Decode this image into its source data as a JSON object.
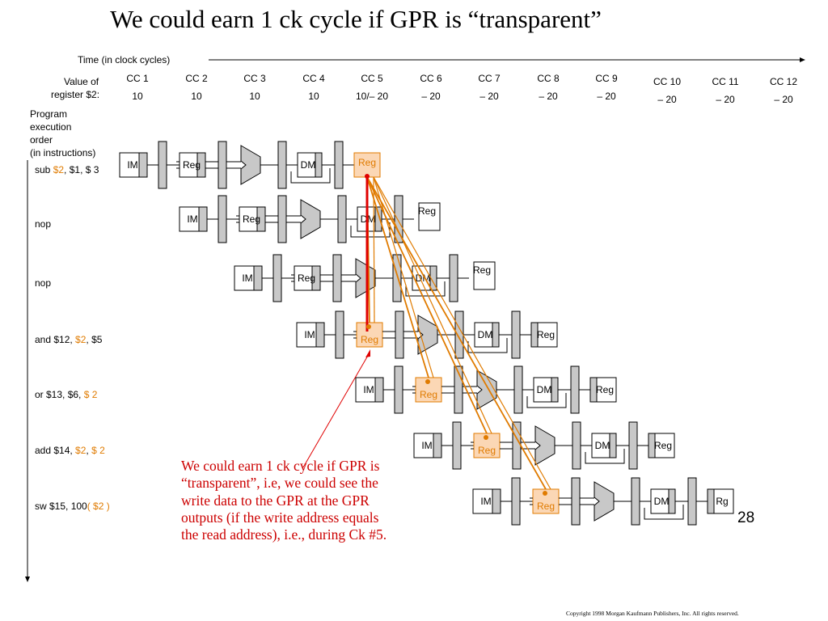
{
  "title": "We could earn 1 ck cycle if GPR is “transparent”",
  "time_axis_label": "Time (in clock cycles)",
  "value_label_line1": "Value of",
  "value_label_line2": "register $2:",
  "program_label": [
    "Program",
    "execution",
    "order",
    "(in instructions)"
  ],
  "clock_cycles": [
    "CC 1",
    "CC 2",
    "CC 3",
    "CC 4",
    "CC 5",
    "CC 6",
    "CC 7",
    "CC 8",
    "CC 9",
    "CC 10",
    "CC 11",
    "CC 12"
  ],
  "register_values": [
    "10",
    "10",
    "10",
    "10",
    "10/– 20",
    "– 20",
    "– 20",
    "– 20",
    "– 20",
    "– 20",
    "– 20",
    "– 20"
  ],
  "instructions": [
    {
      "parts": [
        {
          "t": "sub "
        },
        {
          "t": "$2",
          "c": "orange"
        },
        {
          "t": ", $1, $ 3"
        }
      ]
    },
    {
      "parts": [
        {
          "t": "nop"
        }
      ]
    },
    {
      "parts": [
        {
          "t": "nop"
        }
      ]
    },
    {
      "parts": [
        {
          "t": "and $12, "
        },
        {
          "t": "$2",
          "c": "orange"
        },
        {
          "t": ",  $5"
        }
      ]
    },
    {
      "parts": [
        {
          "t": "or $13, $6, "
        },
        {
          "t": "$ 2",
          "c": "orange"
        }
      ]
    },
    {
      "parts": [
        {
          "t": "add $14, "
        },
        {
          "t": "$2",
          "c": "orange"
        },
        {
          "t": ",  "
        },
        {
          "t": "$ 2",
          "c": "orange"
        }
      ]
    },
    {
      "parts": [
        {
          "t": "sw $15, 100"
        },
        {
          "t": "( $2 )",
          "c": "orange"
        }
      ]
    }
  ],
  "stage_labels": {
    "im": "IM",
    "reg": "Reg",
    "dm": "DM",
    "reg_truncated": "Rg"
  },
  "note": "We could earn 1 ck cycle if GPR is “transparent”, i.e, we could see the write data to the GPR at the GPR outputs (if the write address equals the read address), i.e., during Ck #5.",
  "page_number": "28",
  "copyright": "Copyright 1998 Morgan Kaufmann Publishers, Inc. All rights reserved.",
  "colors": {
    "forward": "#e07b00",
    "highlight": "#e00000",
    "reg_fill": "#fbd7b5",
    "stage_gray": "#c8c8c8"
  }
}
